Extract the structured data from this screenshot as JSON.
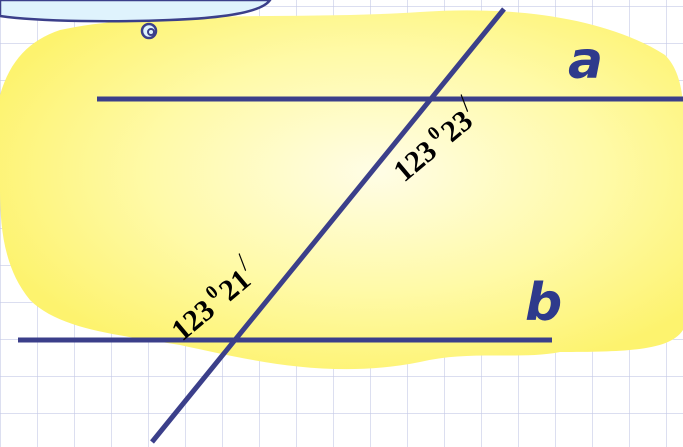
{
  "diagram": {
    "lines": {
      "a_label": "a",
      "b_label": "b"
    },
    "angles": {
      "top": {
        "degrees": "123",
        "degree_sign": "0",
        "minutes": "23",
        "minute_sign": "/"
      },
      "bottom": {
        "degrees": "123",
        "degree_sign": "0",
        "minutes": "21",
        "minute_sign": "/"
      }
    }
  },
  "colors": {
    "background": "#ffffff",
    "grid": "#c5c9e6",
    "blob_outer": "#fdf67a",
    "blob_inner": "#fffde6",
    "lines": "#3b3f8a",
    "cloud_fill": "#dff3fd",
    "cloud_stroke": "#3b3f8a"
  }
}
